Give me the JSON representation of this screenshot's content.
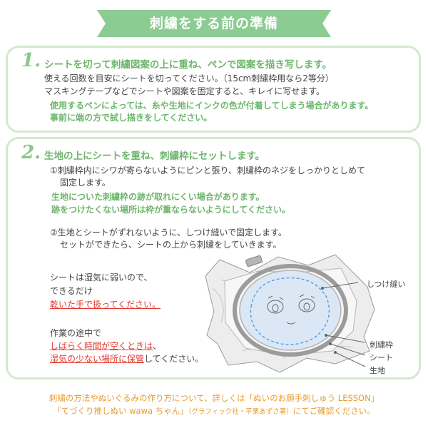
{
  "title": "刺繍をする前の準備",
  "colors": {
    "banner": "#8ccb92",
    "step": "#6db66c",
    "accent_red": "#e23a2f",
    "footer": "#e99a2d",
    "card_border": "#d4e8cf"
  },
  "step1": {
    "number": "1.",
    "heading": "シートを切って刺繍図案の上に重ね、ペンで図案を描き写します。",
    "lines": [
      "使える回数を目安にシートを切ってください。（15cm刺繍枠用なら2等分）",
      "マスキングテープなどでシートや図案を固定すると、キレイに写せます。"
    ],
    "notes": [
      "使用するペンによっては、糸や生地にインクの色が付着してしまう場合があります。",
      "事前に端の方で試し描きをしてください。"
    ]
  },
  "step2": {
    "number": "2.",
    "heading": "生地の上にシートを重ね、刺繍枠にセットします。",
    "item1_lines": [
      "①刺繍枠内にシワが寄らないようにピンと張り、刺繍枠のネジをしっかりとしめて",
      "固定します。"
    ],
    "item1_notes": [
      "生地についた刺繍枠の跡が取れにくい場合があります。",
      "跡をつけたくない場所は枠が重ならないようにしてください。"
    ],
    "item2_lines": [
      "②生地とシートがずれないように、しつけ縫いで固定します。",
      "セットができたら、シートの上から刺繍をしていきます。"
    ],
    "caution1": {
      "line1": "シートは湿気に弱いので、",
      "line2": "できるだけ",
      "line3": "乾いた手で扱ってください。"
    },
    "caution2": {
      "line1": "作業の途中で",
      "line2_red": "しばらく時間が空くときは",
      "line2_rest": "、",
      "line3_red": "湿気の少ない場所に保管",
      "line3_rest": "してください。"
    },
    "labels": {
      "basting": "しつけ縫い",
      "hoop": "刺繍枠",
      "sheet": "シート",
      "fabric": "生地"
    }
  },
  "footer": {
    "line1": "刺繍の方法やぬいぐるみの作り方について、詳しくは「ぬいのお顔手刺しゅう LESSON」",
    "line2_main": "「てづくり推しぬい wawa ちゃん」",
    "line2_small": "（グラフィック社・平栗あずさ著）",
    "line2_end": "にてご確認ください。"
  }
}
